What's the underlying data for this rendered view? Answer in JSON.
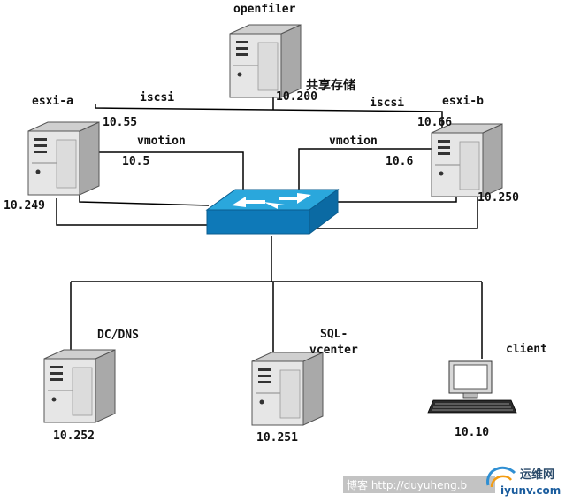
{
  "nodes": {
    "openfiler": {
      "label": "openfiler",
      "ip": "10.200",
      "note": "共享存储"
    },
    "esxi_a": {
      "label": "esxi-a",
      "ip_iscsi": "10.55",
      "ip_vmotion": "10.5",
      "ip_mgmt": "10.249"
    },
    "esxi_b": {
      "label": "esxi-b",
      "ip_iscsi": "10.66",
      "ip_vmotion": "10.6",
      "ip_mgmt": "10.250"
    },
    "dc": {
      "label": "DC/DNS",
      "ip": "10.252"
    },
    "sql": {
      "label_line1": "SQL-",
      "label_line2": "vcenter",
      "ip": "10.251"
    },
    "client": {
      "label": "client",
      "ip": "10.10"
    }
  },
  "links": {
    "iscsi_left": "iscsi",
    "iscsi_right": "iscsi",
    "vmotion_left": "vmotion",
    "vmotion_right": "vmotion"
  },
  "watermark": {
    "blog_text": "博客 http://duyuheng.b",
    "brand_cn": "运维网",
    "brand_url": "iyunv.com"
  },
  "colors": {
    "line": "#000000",
    "switch_top": "#2aa7dc",
    "switch_front": "#0e79b8",
    "server_body": "#e6e6e6",
    "server_side": "#a9a9a9"
  }
}
